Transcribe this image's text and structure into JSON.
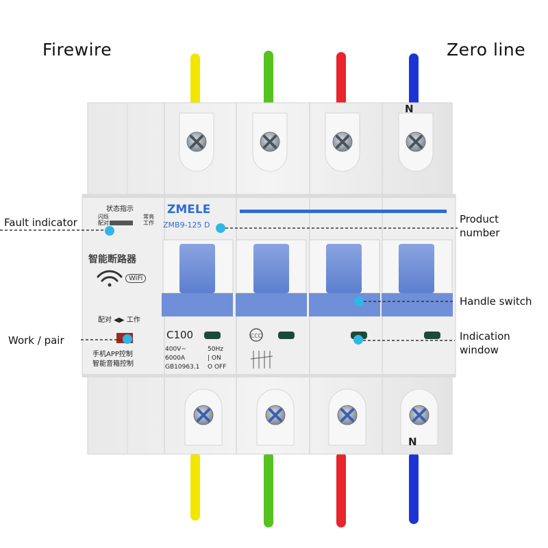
{
  "headers": {
    "left": "Firewire",
    "right": "Zero line"
  },
  "callouts": {
    "fault_indicator": "Fault indicator",
    "work_pair": "Work / pair",
    "product_number": [
      "Product",
      "number"
    ],
    "handle_switch": "Handle switch",
    "indication_window": [
      "Indication",
      "window"
    ]
  },
  "device": {
    "brand": "ZMELE",
    "model": "ZMB9-125",
    "model_suffix": "D",
    "status_title": "状态指示",
    "status_left": [
      "闪烁",
      "配对"
    ],
    "status_right": [
      "常亮",
      "工作"
    ],
    "product_name": "智能断路器",
    "wifi_badge": "WiFi",
    "pair_work": "配对 ◀▶ 工作",
    "app_control": "手机APP控制",
    "voice_control": "智能音箱控制",
    "rating": "C100",
    "specs_left": [
      "400V~",
      "6000A",
      "GB10963.1"
    ],
    "specs_right": [
      "50Hz",
      "| ON",
      "O OFF"
    ],
    "neutral_mark": "N"
  },
  "wire_colors": {
    "yellow": "#f2e600",
    "green": "#55c21f",
    "red": "#e8242c",
    "blue": "#1c34d6"
  }
}
